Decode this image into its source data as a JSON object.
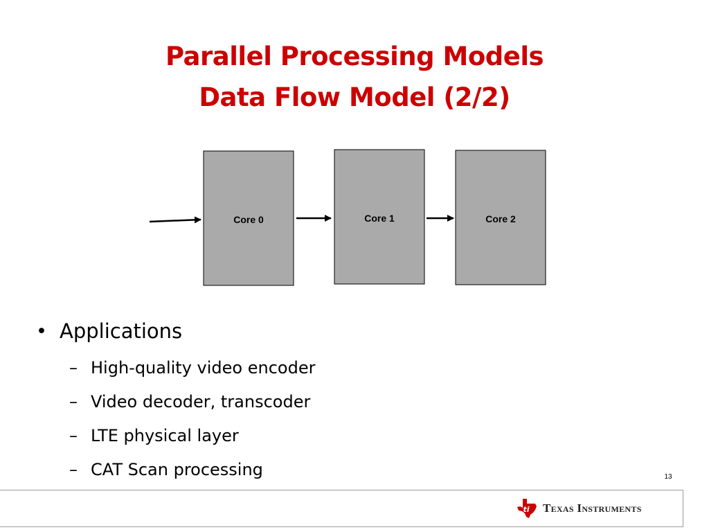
{
  "title": {
    "line1": "Parallel Processing Models",
    "line2": "Data Flow Model (2/2)"
  },
  "diagram": {
    "nodes": [
      {
        "id": "core0",
        "label": "Core 0"
      },
      {
        "id": "core1",
        "label": "Core 1"
      },
      {
        "id": "core2",
        "label": "Core 2"
      }
    ],
    "edges": [
      {
        "from": "input",
        "to": "core0"
      },
      {
        "from": "core0",
        "to": "core1"
      },
      {
        "from": "core1",
        "to": "core2"
      }
    ],
    "node_fill": "#aaaaaa",
    "node_stroke": "#000000"
  },
  "bullets": {
    "main": "Applications",
    "items": [
      "High-quality video encoder",
      "Video decoder, transcoder",
      "LTE physical layer",
      "CAT Scan processing"
    ]
  },
  "footer": {
    "page_number": "13",
    "logo_text": "Texas Instruments",
    "logo_color": "#cc0000"
  }
}
